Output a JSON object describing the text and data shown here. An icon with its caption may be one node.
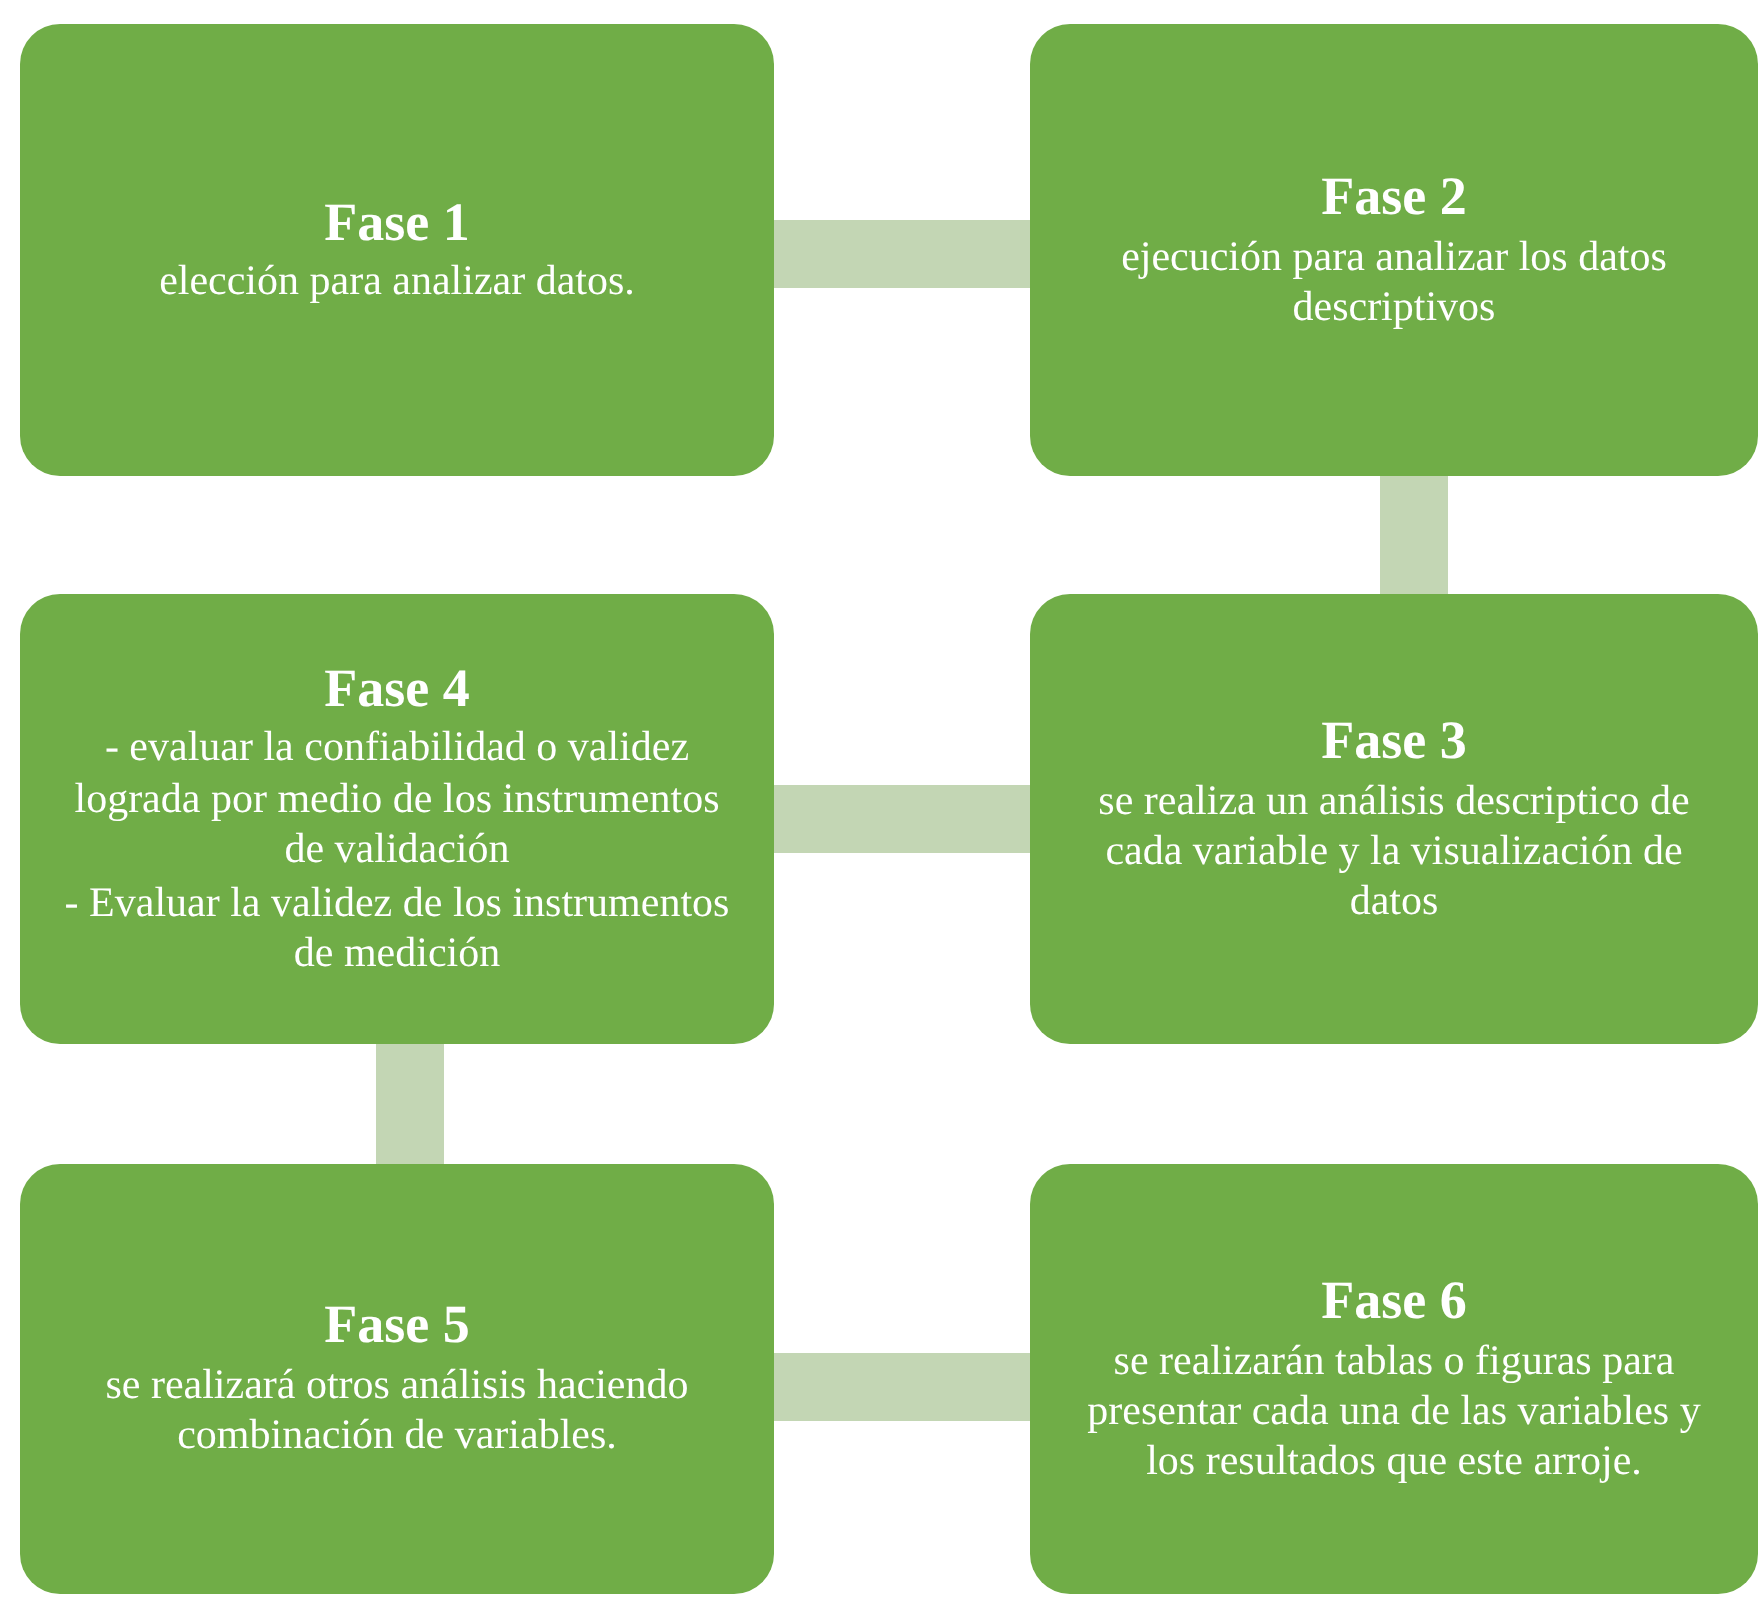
{
  "diagram": {
    "nodes": [
      {
        "text": [
          "Fase 1",
          "elección para analizar datos."
        ]
      },
      {
        "text": [
          "Fase 2",
          "ejecución para analizar los datos descriptivos"
        ]
      },
      {
        "text": [
          "Fase 4",
          "- evaluar la confiabilidad o validez lograda por medio de los instrumentos de validación",
          "- Evaluar la validez de los instrumentos de medición"
        ]
      },
      {
        "text": [
          "Fase 3",
          "se realiza un análisis descriptico de cada variable y la visualización de datos"
        ]
      },
      {
        "text": [
          "Fase 5",
          "se realizará otros análisis haciendo combinación de variables."
        ]
      },
      {
        "text": [
          "Fase 6",
          "se realizarán tablas o figuras para presentar cada una de las variables y los resultados que este arroje."
        ]
      }
    ],
    "edges": [
      {
        "from": 0,
        "to": 1,
        "arrow": "none"
      },
      {
        "from": 1,
        "to": 3,
        "arrow": "none"
      },
      {
        "from": 3,
        "to": 2,
        "arrow": "none"
      },
      {
        "from": 2,
        "to": 4,
        "arrow": "none"
      },
      {
        "from": 4,
        "to": 5,
        "arrow": "none"
      }
    ]
  }
}
